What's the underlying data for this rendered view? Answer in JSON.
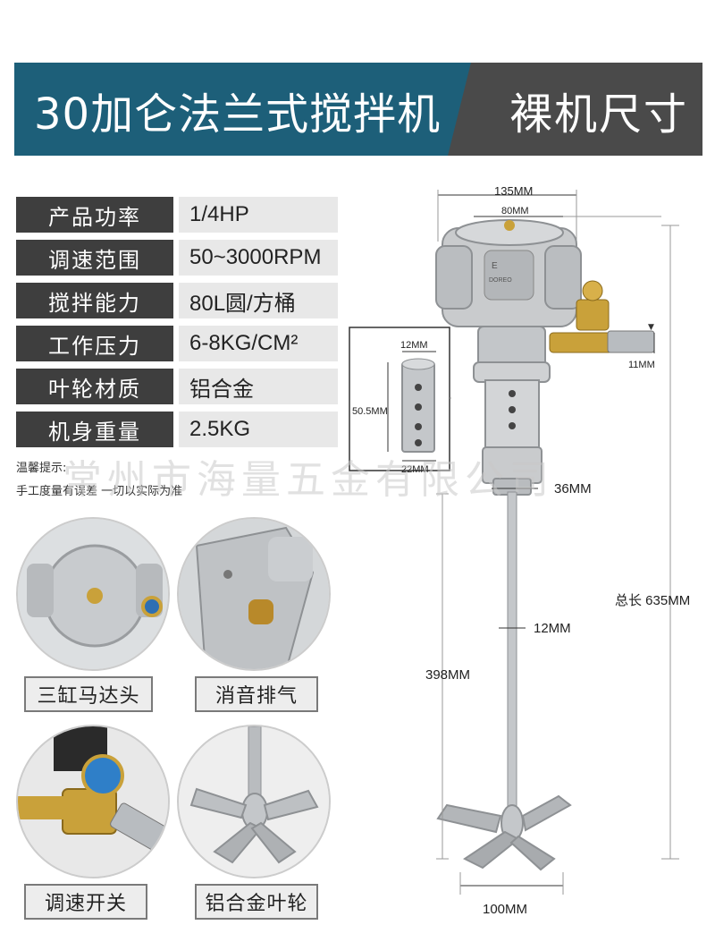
{
  "banner": {
    "title": "30加仑法兰式搅拌机",
    "subtitle": "裸机尺寸"
  },
  "specs": [
    {
      "label": "产品功率",
      "value": "1/4HP"
    },
    {
      "label": "调速范围",
      "value": "50~3000RPM"
    },
    {
      "label": "搅拌能力",
      "value": "80L圆/方桶"
    },
    {
      "label": "工作压力",
      "value": "6-8KG/CM²"
    },
    {
      "label": "叶轮材质",
      "value": "铝合金"
    },
    {
      "label": "机身重量",
      "value": "2.5KG"
    }
  ],
  "tip": {
    "title": "温馨提示:",
    "text": "手工度量有误差 一切以实际为准"
  },
  "watermark": "常州市海量五金有限公司",
  "details": [
    {
      "label": "三缸马达头"
    },
    {
      "label": "消音排气"
    },
    {
      "label": "调速开关"
    },
    {
      "label": "铝合金叶轮"
    }
  ],
  "dimensions": {
    "top_width": "135MM",
    "inner_width": "80MM",
    "coupling_width": "12MM",
    "coupling_height": "50.5MM",
    "coupling_bottom": "22MM",
    "fitting": "11MM",
    "shaft_collar": "36MM",
    "total_length": "总长 635MM",
    "shaft_diameter": "12MM",
    "shaft_length": "398MM",
    "impeller_width": "100MM"
  },
  "colors": {
    "banner_blue": "#1d5f79",
    "banner_gray": "#4a4a4a",
    "label_dark": "#3e3e3e",
    "brass": "#c9a13a"
  }
}
